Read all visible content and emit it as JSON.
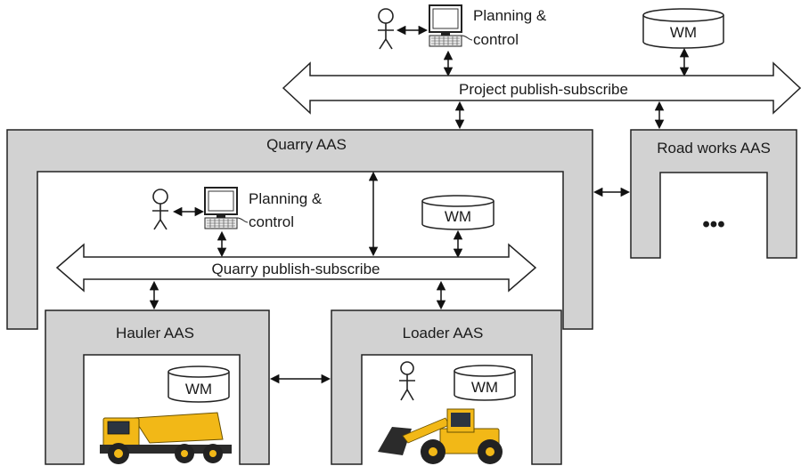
{
  "project": {
    "planning_label_line1": "Planning &",
    "planning_label_line2": "control",
    "wm_label": "WM",
    "bus_label": "Project publish-subscribe"
  },
  "quarry": {
    "title": "Quarry AAS",
    "planning_label_line1": "Planning &",
    "planning_label_line2": "control",
    "wm_label": "WM",
    "bus_label": "Quarry publish-subscribe"
  },
  "road_works": {
    "title": "Road works AAS",
    "more_label": "•••"
  },
  "hauler": {
    "title": "Hauler AAS",
    "wm_label": "WM"
  },
  "loader": {
    "title": "Loader AAS",
    "wm_label": "WM"
  },
  "colors": {
    "frame_fill": "#d2d2d2",
    "stroke": "#222222",
    "machine_yellow": "#f2b817",
    "machine_dark": "#2b2b2b"
  },
  "icons": [
    "person-icon",
    "computer-icon",
    "database-icon",
    "articulated-hauler-image",
    "wheel-loader-image"
  ]
}
